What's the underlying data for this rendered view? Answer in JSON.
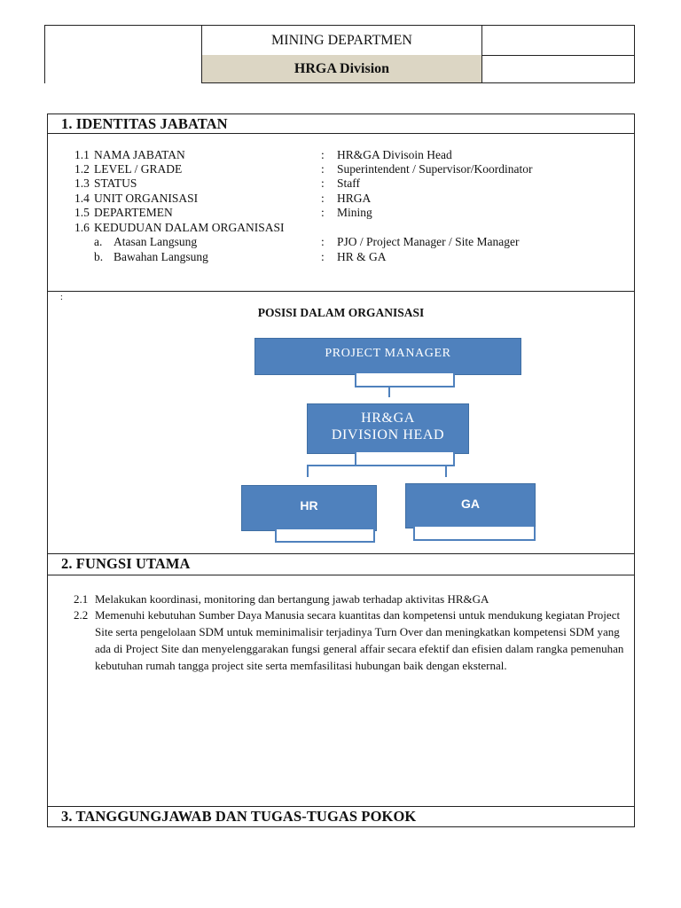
{
  "header": {
    "department": "MINING DEPARTMEN",
    "division": "HRGA Division"
  },
  "section1": {
    "title": "1.  IDENTITAS JABATAN",
    "rows": [
      {
        "num": "1.1",
        "label": "NAMA JABATAN",
        "sep": ":",
        "value": "HR&GA Divisoin Head"
      },
      {
        "num": "1.2",
        "label": "LEVEL / GRADE",
        "sep": ":",
        "value": "Superintendent / Supervisor/Koordinator"
      },
      {
        "num": "1.3",
        "label": "STATUS",
        "sep": ":",
        "value": "Staff"
      },
      {
        "num": "1.4",
        "label": "UNIT ORGANISASI",
        "sep": ":",
        "value": "HRGA"
      },
      {
        "num": "1.5",
        "label": "DEPARTEMEN",
        "sep": ":",
        "value": "Mining"
      },
      {
        "num": "1.6",
        "label": "KEDUDUAN DALAM ORGANISASI",
        "sep": "",
        "value": ""
      },
      {
        "num": "a.",
        "label": "Atasan Langsung",
        "sep": ":",
        "value": "PJO / Project Manager / Site Manager"
      },
      {
        "num": "b.",
        "label": "Bawahan Langsung",
        "sep": ":",
        "value": "HR  & GA"
      }
    ]
  },
  "org": {
    "colon": ":",
    "title": "POSISI DALAM ORGANISASI",
    "project_manager": "PROJECT MANAGER",
    "division_head_line1": "HR&GA",
    "division_head_line2": "DIVISION HEAD",
    "hr": "HR",
    "ga": "GA",
    "box_color": "#4f81bd"
  },
  "section2": {
    "title": "2.  FUNGSI UTAMA",
    "items": [
      {
        "num": "2.1",
        "text": "Melakukan koordinasi, monitoring dan bertangung jawab terhadap aktivitas HR&GA"
      },
      {
        "num": "2.2",
        "text": "Memenuhi kebutuhan Sumber Daya Manusia secara kuantitas dan kompetensi untuk mendukung kegiatan Project Site serta pengelolaan SDM untuk meminimalisir terjadinya Turn Over dan meningkatkan kompetensi SDM yang ada di Project Site dan menyelenggarakan fungsi general affair secara efektif dan efisien dalam rangka pemenuhan kebutuhan rumah tangga project site serta memfasilitasi hubungan baik dengan eksternal."
      }
    ]
  },
  "section3": {
    "title": "3.   TANGGUNGJAWAB DAN TUGAS-TUGAS POKOK"
  }
}
